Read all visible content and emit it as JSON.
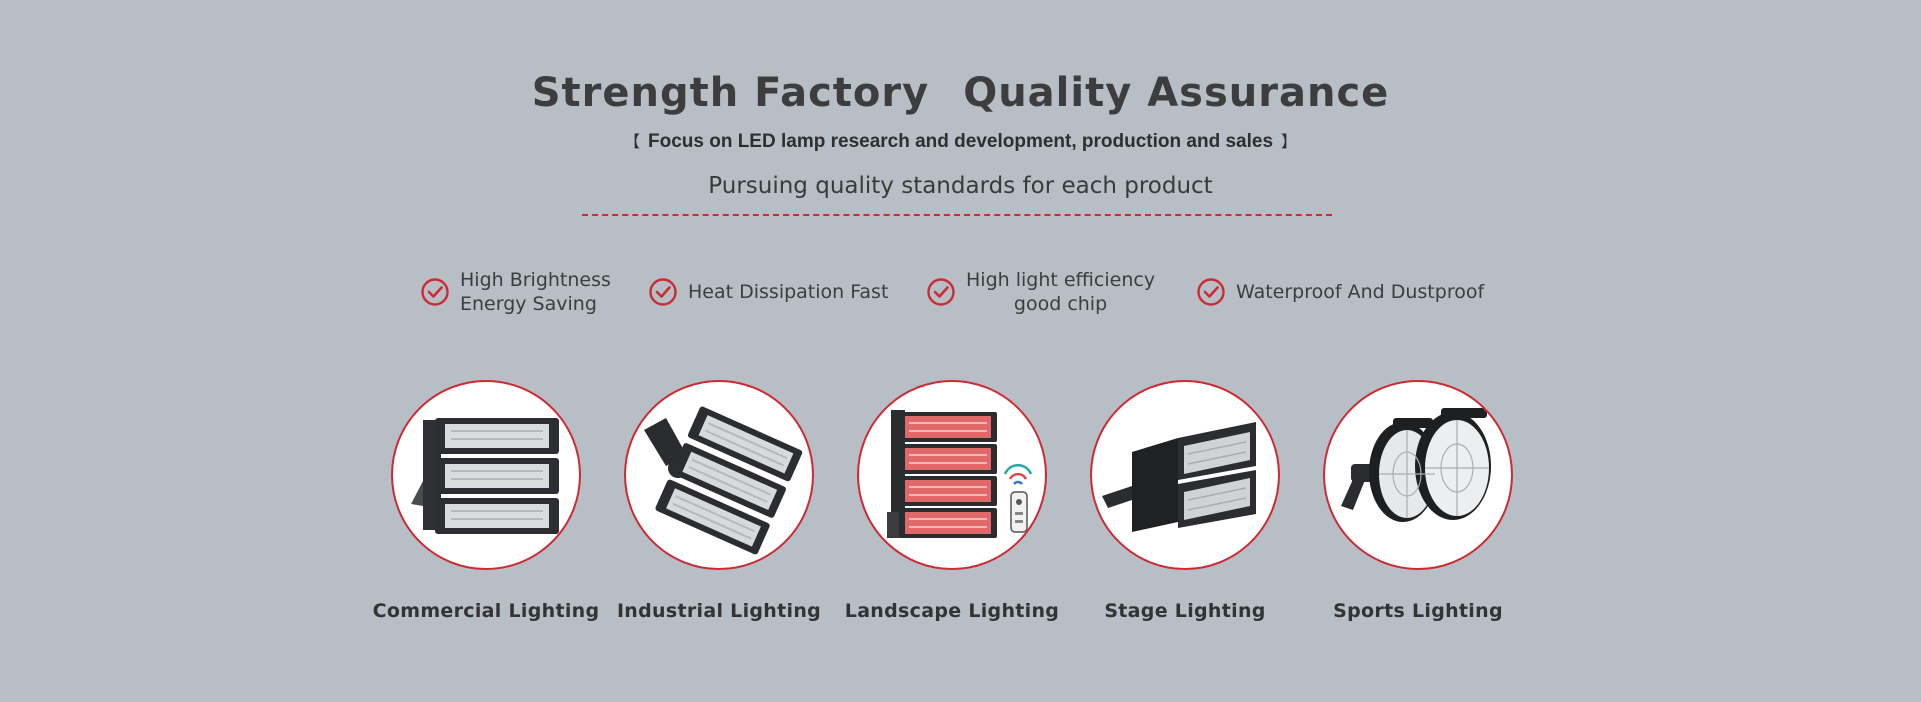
{
  "header": {
    "title_part1": "Strength Factory",
    "title_part2": "Quality Assurance",
    "bracket_left": "【",
    "subtitle": "Focus on LED lamp research and development, production and sales",
    "bracket_right": "】",
    "tagline": "Pursuing quality standards for each product"
  },
  "features": [
    {
      "line1": "High Brightness",
      "line2": "Energy Saving",
      "icon": "check-circle-icon"
    },
    {
      "line1": "Heat Dissipation Fast",
      "line2": "",
      "icon": "check-circle-icon"
    },
    {
      "line1": "High light efficiency",
      "line2": "good chip",
      "icon": "check-circle-icon"
    },
    {
      "line1": "Waterproof And Dustproof",
      "line2": "",
      "icon": "check-circle-icon"
    }
  ],
  "products": [
    {
      "label": "Commercial Lighting",
      "icon": "commercial-floodlight-image"
    },
    {
      "label": "Industrial Lighting",
      "icon": "industrial-floodlight-image"
    },
    {
      "label": "Landscape Lighting",
      "icon": "landscape-rgb-floodlight-image"
    },
    {
      "label": "Stage Lighting",
      "icon": "stage-light-image"
    },
    {
      "label": "Sports Lighting",
      "icon": "sports-stadium-light-image"
    }
  ],
  "colors": {
    "background": "#b7bec5",
    "accent": "#cc2b33",
    "text": "#3d3d3d"
  }
}
